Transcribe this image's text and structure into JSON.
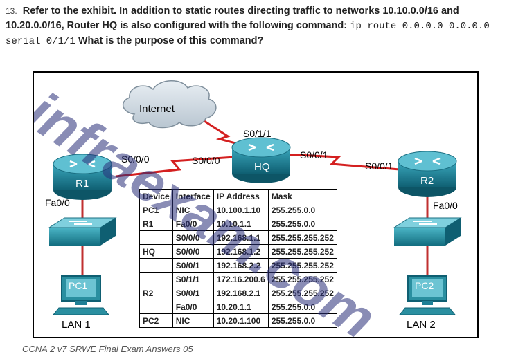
{
  "question": {
    "number": "13.",
    "text_1": "Refer to the exhibit. In addition to static routes directing traffic to networks 10.10.0.0/16 and 10.20.0.0/16, Router HQ is also configured with the following command:",
    "command": "ip route 0.0.0.0 0.0.0.0 serial 0/1/1",
    "text_2": "What is the purpose of this command?"
  },
  "diagram": {
    "cloud_label": "Internet",
    "routers": {
      "r1": "R1",
      "hq": "HQ",
      "r2": "R2"
    },
    "interfaces": {
      "hq_s011": "S0/1/1",
      "r1_s000": "S0/0/0",
      "hq_s000": "S0/0/0",
      "hq_s001": "S0/0/1",
      "r2_s001": "S0/0/1",
      "r1_fa00": "Fa0/0",
      "r2_fa00": "Fa0/0"
    },
    "pcs": {
      "pc1": "PC1",
      "pc2": "PC2"
    },
    "lans": {
      "lan1": "LAN 1",
      "lan2": "LAN 2"
    },
    "watermark": "infraexam.com"
  },
  "table": {
    "headers": [
      "Device",
      "Interface",
      "IP Address",
      "Mask"
    ],
    "rows": [
      [
        "PC1",
        "NIC",
        "10.100.1.10",
        "255.255.0.0"
      ],
      [
        "R1",
        "Fa0/0",
        "10.10.1.1",
        "255.255.0.0"
      ],
      [
        "",
        "S0/0/0",
        "192.168.1.1",
        "255.255.255.252"
      ],
      [
        "HQ",
        "S0/0/0",
        "192.168.1.2",
        "255.255.255.252"
      ],
      [
        "",
        "S0/0/1",
        "192.168.2.2",
        "255.255.255.252"
      ],
      [
        "",
        "S0/1/1",
        "172.16.200.6",
        "255.255.255.252"
      ],
      [
        "R2",
        "S0/0/1",
        "192.168.2.1",
        "255.255.255.252"
      ],
      [
        "",
        "Fa0/0",
        "10.20.1.1",
        "255.255.0.0"
      ],
      [
        "PC2",
        "NIC",
        "10.20.1.100",
        "255.255.0.0"
      ]
    ]
  },
  "caption": "CCNA 2 v7 SRWE Final Exam Answers 05",
  "colors": {
    "router": "#1f7f95",
    "switch": "#2a8fa0",
    "serial_link": "#d42020",
    "ethernet_link": "#c03030",
    "watermark": "#283278"
  }
}
